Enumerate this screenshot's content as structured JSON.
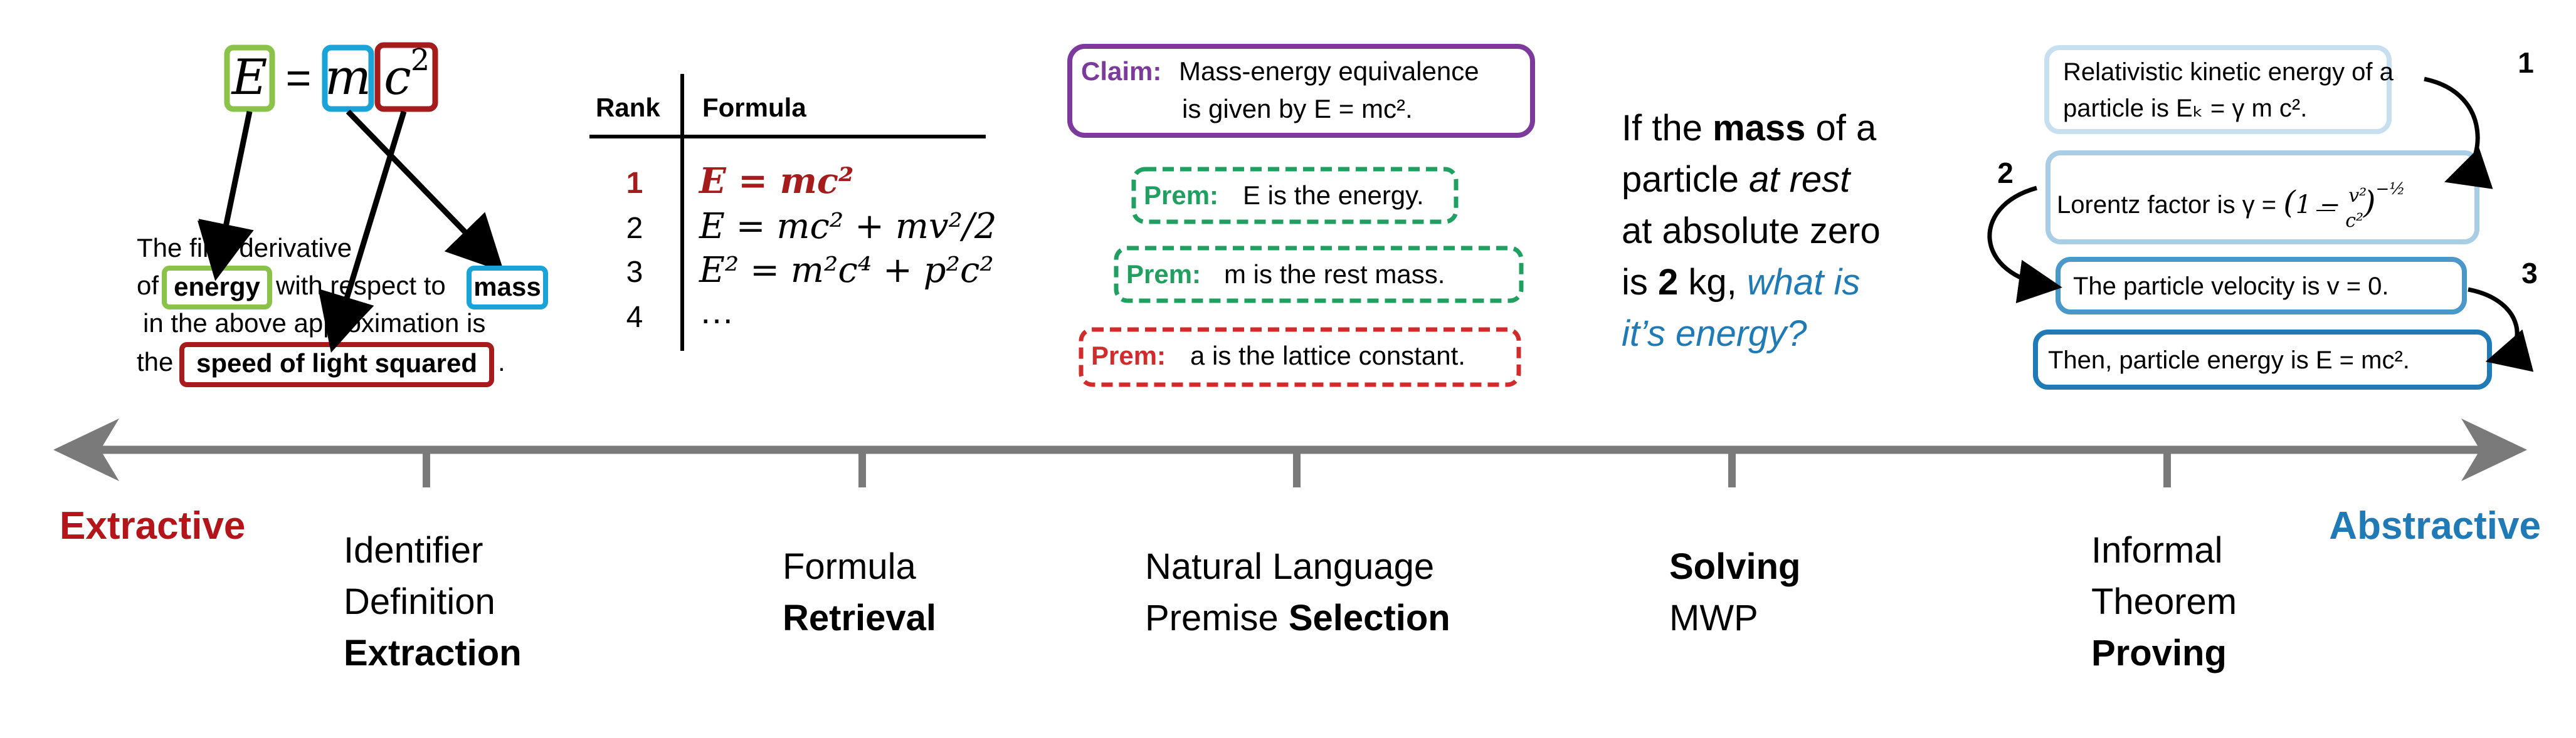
{
  "axis": {
    "left_label": "Extractive",
    "right_label": "Abstractive",
    "left_color": "#b3151b",
    "right_color": "#1f7ab5",
    "axis_color": "#7a7a7a"
  },
  "colors": {
    "green": "#8bc34a",
    "cyan": "#1aa3d6",
    "red": "#a61c1c",
    "purple": "#7b3a9c",
    "dashgreen": "#1fa060",
    "dashred": "#d12b2b",
    "lightblue": "#a9cde4",
    "midblue": "#4a97c9",
    "teal_text": "#1f7ab5"
  },
  "tasks": [
    {
      "line1": "Identifier",
      "line2": "Definition",
      "line3_bold": "Extraction"
    },
    {
      "line1": "Formula",
      "line2_bold": "Retrieval"
    },
    {
      "line1": "Natural Language",
      "line2_plain": "Premise ",
      "line2_bold": "Selection"
    },
    {
      "line1_bold": "Solving",
      "line2": "MWP"
    },
    {
      "line1": "Informal",
      "line2": "Theorem",
      "line3_bold": "Proving"
    }
  ],
  "panel1": {
    "eq": {
      "E": "E",
      "equals": "=",
      "m": "m",
      "c": "c",
      "two": "2"
    },
    "sentence": {
      "l1": "The first derivative",
      "l2a": "of",
      "energy": "energy",
      "l2b": "with respect to",
      "mass": "mass",
      "l3": "in the above approximation is",
      "l4a": "the",
      "speed": "speed of light squared",
      "period": "."
    }
  },
  "panel2": {
    "header_rank": "Rank",
    "header_formula": "Formula",
    "rows": [
      {
        "rank": "1",
        "formula": "E = mc²"
      },
      {
        "rank": "2",
        "formula": "E = mc² + mv²/2"
      },
      {
        "rank": "3",
        "formula": "E² = m²c⁴ + p²c²"
      },
      {
        "rank": "4",
        "formula": "…"
      }
    ]
  },
  "panel3": {
    "claim_label": "Claim:",
    "claim_l1": "Mass-energy equivalence",
    "claim_l2": "is given by E = mc².",
    "prem_label": "Prem:",
    "prem1": "E is the energy.",
    "prem2": "m is the rest mass.",
    "prem3": "a is the lattice constant."
  },
  "panel4": {
    "l1a": "If the ",
    "l1b": "mass",
    "l1c": " of a",
    "l2a": "particle ",
    "l2b": "at rest",
    "l3": "at absolute zero",
    "l4a": "is ",
    "l4b": "2",
    "l4c": " kg, ",
    "l4d": "what is",
    "l5": "it’s energy?"
  },
  "panel5": {
    "b1_l1": "Relativistic kinetic energy of a",
    "b1_l2": "particle is  Eₖ = γ m c².",
    "b2": "Lorentz factor is γ = (1 − v²/c²)^(−1/2)",
    "b2_text": "Lorentz factor is γ = ",
    "b3": "The particle velocity is v = 0.",
    "b4": "Then, particle energy is E = mc².",
    "step1": "1",
    "step2": "2",
    "step3": "3"
  }
}
